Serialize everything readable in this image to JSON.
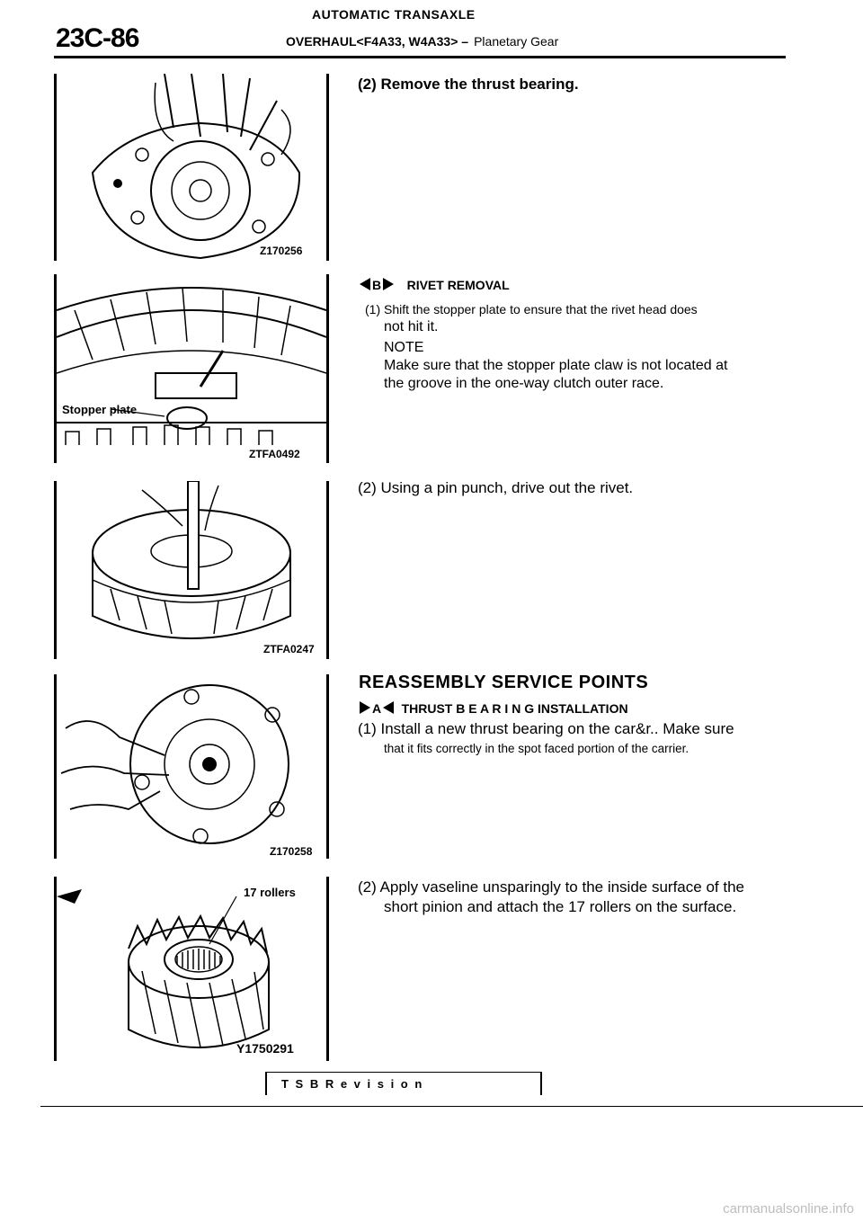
{
  "header": {
    "page_number": "23C-86",
    "section": "AUTOMATIC TRANSAXLE",
    "subtitle_prefix": "OVERHAUL<F4A33, W4A33> –",
    "subtitle": "Planetary Gear"
  },
  "figures": [
    {
      "code": "Z170256"
    },
    {
      "code": "ZTFA0492",
      "callout": "Stopper plate"
    },
    {
      "code": "ZTFA0247"
    },
    {
      "code": "Z170258"
    },
    {
      "code": "Y1750291",
      "callout": "17 rollers"
    }
  ],
  "content": {
    "step_remove_thrust_bearing": "(2) Remove the thrust bearing.",
    "rivet_marker": "B",
    "rivet_title": "RIVET REMOVAL",
    "rivet_step1_a": "(1) Shift the stopper plate to ensure that the rivet head does",
    "rivet_step1_b": "not hit it.",
    "note_label": "NOTE",
    "note_a": "Make sure that the stopper plate claw is not located at",
    "note_b": "the groove in the one-way clutch outer race.",
    "rivet_step2": "(2) Using a pin punch, drive out the rivet.",
    "reassembly_heading": "REASSEMBLY SERVICE POINTS",
    "bearing_marker": "A",
    "bearing_title": "THRUST B E A R I N G INSTALLATION",
    "bearing_step1_a": "(1) Install a new thrust bearing on the car&r.. Make sure",
    "bearing_step1_b": "that it fits correctly in the spot faced portion of the carrier.",
    "apply_step2_a": "(2) Apply vaseline unsparingly to the inside surface of the",
    "apply_step2_b": "short pinion and attach the 17 rollers on the surface."
  },
  "footer": {
    "tsb": "T S B  R e v i s i o n",
    "watermark": "carmanualsonline.info"
  }
}
